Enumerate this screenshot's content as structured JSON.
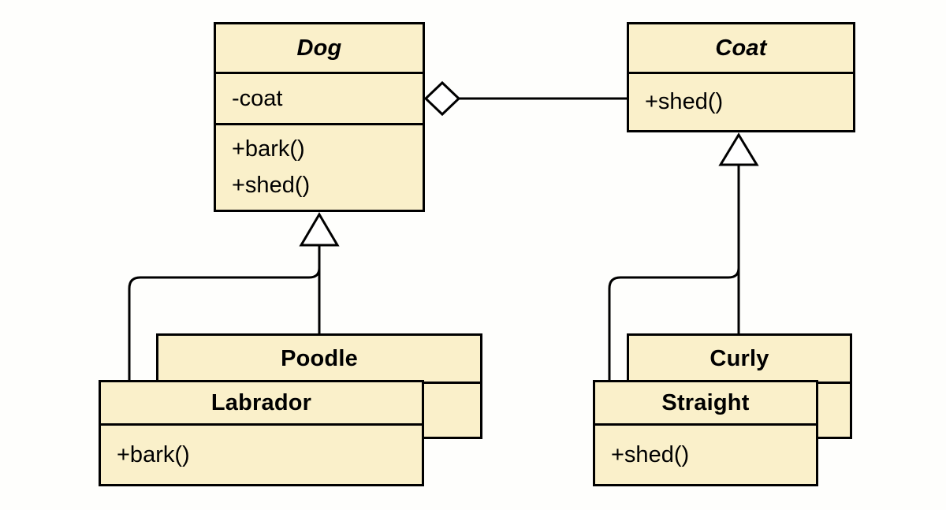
{
  "diagram": {
    "type": "uml-class-diagram",
    "background_color": "#fefefc",
    "class_fill_color": "#faf0ca",
    "border_color": "#000000",
    "classes": [
      {
        "id": "dog",
        "name": "Dog",
        "abstract": true,
        "attributes": [
          "-coat"
        ],
        "methods": [
          "+bark()",
          "+shed()"
        ]
      },
      {
        "id": "coat",
        "name": "Coat",
        "abstract": true,
        "attributes": [],
        "methods": [
          "+shed()"
        ]
      },
      {
        "id": "poodle",
        "name": "Poodle",
        "abstract": false,
        "attributes": [],
        "methods": []
      },
      {
        "id": "labrador",
        "name": "Labrador",
        "abstract": false,
        "attributes": [],
        "methods": [
          "+bark()"
        ]
      },
      {
        "id": "curly",
        "name": "Curly",
        "abstract": false,
        "attributes": [],
        "methods": []
      },
      {
        "id": "straight",
        "name": "Straight",
        "abstract": false,
        "attributes": [],
        "methods": [
          "+shed()"
        ]
      }
    ],
    "relationships": [
      {
        "id": "dog-aggregates-coat",
        "type": "aggregation",
        "from": "Dog",
        "to": "Coat",
        "marker": "hollow-diamond"
      },
      {
        "id": "poodle-inherits-dog",
        "type": "generalization",
        "from": "Poodle",
        "to": "Dog",
        "marker": "hollow-triangle"
      },
      {
        "id": "labrador-inherits-dog",
        "type": "generalization",
        "from": "Labrador",
        "to": "Dog",
        "marker": "hollow-triangle"
      },
      {
        "id": "curly-inherits-coat",
        "type": "generalization",
        "from": "Curly",
        "to": "Coat",
        "marker": "hollow-triangle"
      },
      {
        "id": "straight-inherits-coat",
        "type": "generalization",
        "from": "Straight",
        "to": "Coat",
        "marker": "hollow-triangle"
      }
    ]
  }
}
